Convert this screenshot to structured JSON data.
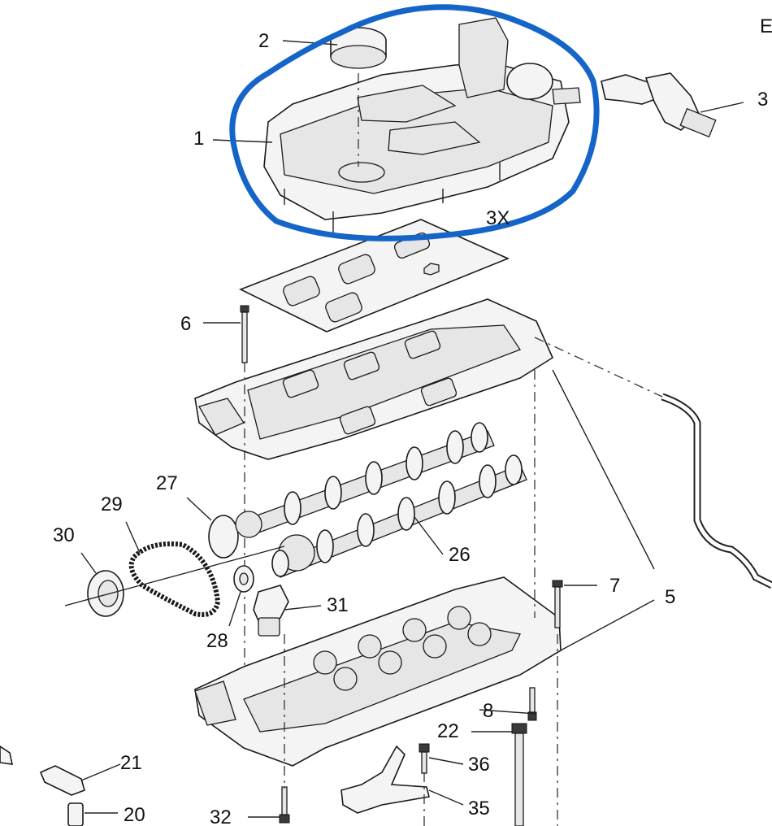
{
  "diagram": {
    "corner_text": "E",
    "quantity_note": "3X",
    "labels": [
      "1",
      "2",
      "3",
      "5",
      "6",
      "7",
      "8",
      "20",
      "21",
      "22",
      "26",
      "27",
      "28",
      "29",
      "30",
      "31",
      "32",
      "35",
      "36"
    ],
    "highlight_color": "#1565c8"
  }
}
